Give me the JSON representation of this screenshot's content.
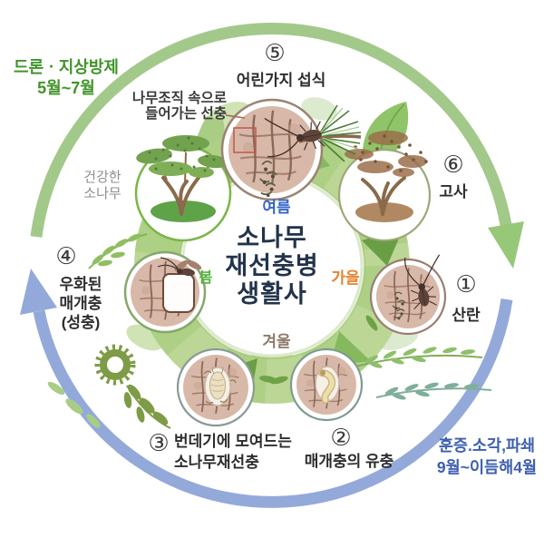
{
  "diagram": {
    "title": {
      "line1": "소나무",
      "line2": "재선충병",
      "line3": "생활사"
    },
    "seasons": {
      "summer": {
        "label": "여름",
        "color": "#3465c8"
      },
      "fall": {
        "label": "가을",
        "color": "#e8822c"
      },
      "winter": {
        "label": "겨울",
        "color": "#8d7b68"
      },
      "spring": {
        "label": "봄",
        "color": "#53b43c"
      }
    },
    "stages": {
      "s1": {
        "num": "①",
        "label": "산란"
      },
      "s2": {
        "num": "②",
        "label": "매개충의 유충"
      },
      "s3": {
        "num": "③",
        "label_line1": "번데기에 모여드는",
        "label_line2": "소나무재선충"
      },
      "s4": {
        "num": "④",
        "label_line1": "우화된",
        "label_line2": "매개충",
        "label_line3": "(성충)"
      },
      "s5": {
        "num": "⑤",
        "label": "어린가지 섭식"
      },
      "s6": {
        "num": "⑥",
        "label": "고사"
      }
    },
    "annotations": {
      "nematode": {
        "line1": "나무조직 속으로",
        "line2": "들어가는 선충"
      },
      "healthy_pine": {
        "line1": "건강한",
        "line2": "소나무"
      }
    },
    "control_notes": {
      "green": {
        "line1": "드론ㆍ지상방제",
        "line2": "5월~7월",
        "color": "#3f9428"
      },
      "blue": {
        "line1": "훈증.소각,파쇄",
        "line2": "9월~이듬해4월",
        "color": "#3d5fae"
      }
    },
    "palette": {
      "arc_green": "#a3c98a",
      "arc_blue": "#93a9d9",
      "wreath_green": "#a9cd80",
      "wreath_dark_green": "#699e44",
      "title_navy": "#22334a",
      "bark": "#d8b8a8",
      "olive_green": "#7e9b45",
      "annotation_red": "#c0564a"
    }
  }
}
